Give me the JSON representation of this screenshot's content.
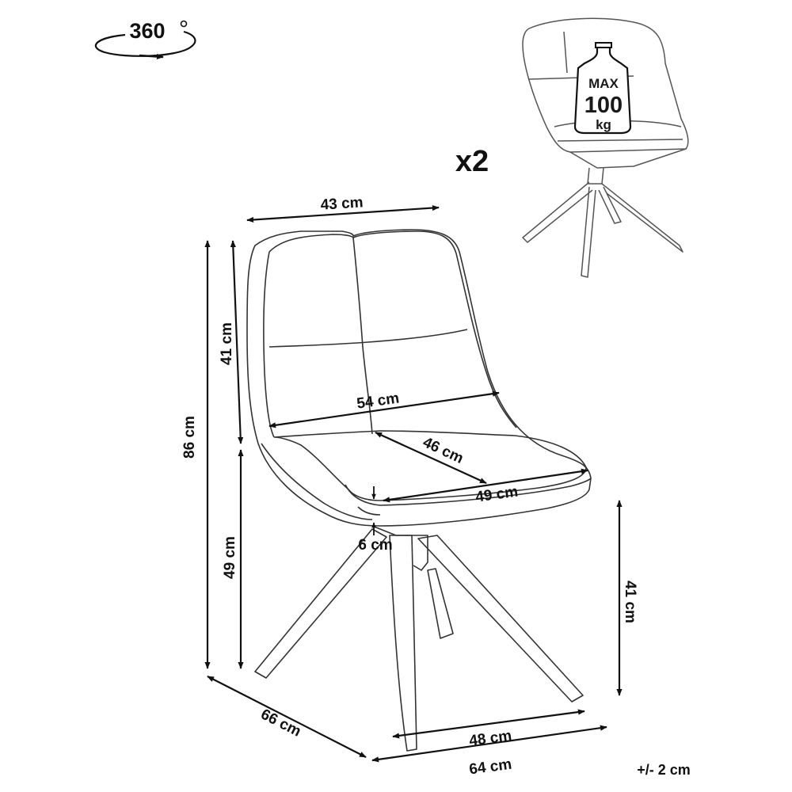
{
  "diagram": {
    "rotation_label": "360",
    "rotation_degree": "°",
    "quantity_label": "x2",
    "max_load": {
      "line1": "MAX",
      "line2": "100",
      "line3": "kg"
    },
    "tolerance": "+/- 2 cm",
    "dimensions": {
      "back_width": "43 cm",
      "total_height": "86 cm",
      "back_height": "41 cm",
      "seat_height": "49 cm",
      "seat_width": "54 cm",
      "seat_depth": "46 cm",
      "seat_front_width": "49 cm",
      "cushion_thickness": "6 cm",
      "base_height": "41 cm",
      "total_depth": "66 cm",
      "base_width": "48 cm",
      "total_width": "64 cm"
    },
    "colors": {
      "line": "#111111",
      "thin_line": "#333333",
      "light_line": "#555555",
      "background": "#ffffff"
    }
  }
}
